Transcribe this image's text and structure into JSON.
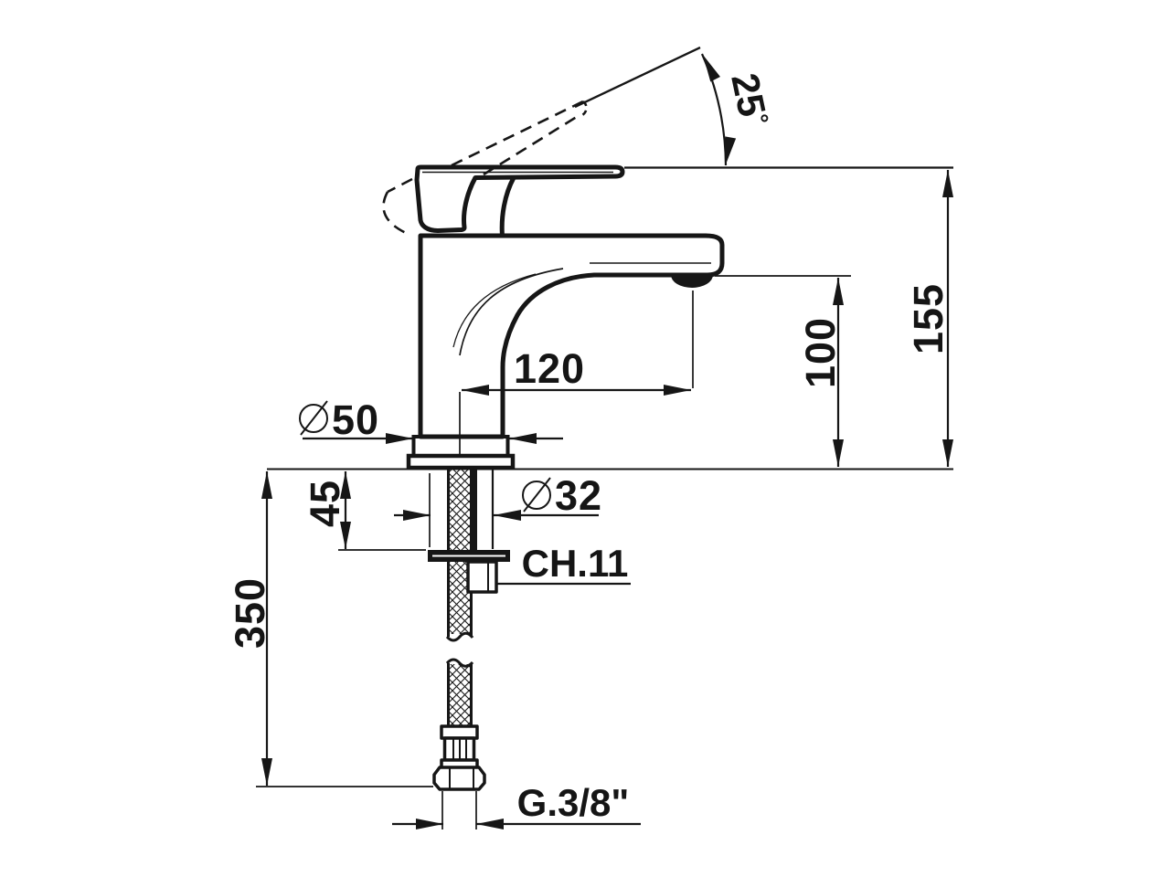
{
  "drawing": {
    "subject": "Single-lever basin mixer tap - side elevation installation drawing",
    "units": "mm",
    "line_color": "#161616",
    "background": "#ffffff"
  },
  "labels": {
    "handle_angle": "25",
    "degree_symbol": "°",
    "overall_height": "155",
    "spout_height": "100",
    "spout_reach": "120",
    "diameter_symbol": "⌀",
    "base_diameter": "50",
    "shank_diameter": "32",
    "clamp_thickness": "45",
    "hose_length": "350",
    "wrench_size": "CH.11",
    "thread_size": "G.3/8\""
  }
}
